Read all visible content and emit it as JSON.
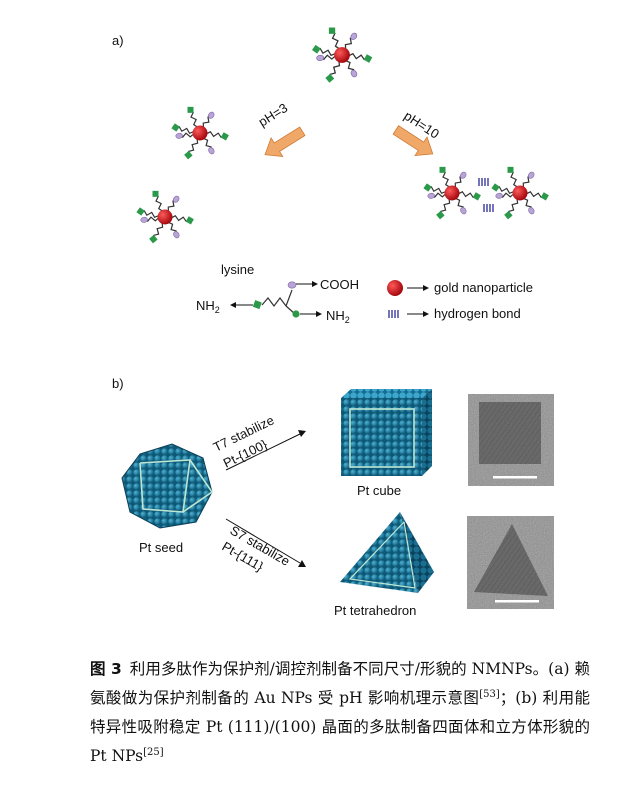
{
  "panel_a": {
    "label": "a)",
    "ph_left": "pH=3",
    "ph_right": "pH=10",
    "legend": {
      "lysine": "lysine",
      "cooh": "COOH",
      "nh2_left": "NH",
      "nh2_right": "NH",
      "sub2": "2",
      "gold": "gold nanoparticle",
      "hbond": "hydrogen bond"
    }
  },
  "panel_b": {
    "label": "b)",
    "seed": "Pt seed",
    "t7_line1": "T7 stabilize",
    "t7_line2": "Pt-{100}",
    "s7_line1": "S7 stabilize",
    "s7_line2": "Pt-{111}",
    "cube": "Pt cube",
    "tetra": "Pt tetrahedron"
  },
  "caption": {
    "fig_num": "图 3",
    "text_1": "利用多肽作为保护剂/调控剂制备不同尺寸/形貌的 NMNPs。(a) 赖氨酸做为保护剂制备的 Au NPs 受 pH 影响机理示意图",
    "ref_1": "[53]",
    "text_2": "；(b) 利用能特异性吸附稳定 Pt (111)/(100) 晶面的多肽制备四面体和立方体形貌的 Pt NPs",
    "ref_2": "[25]"
  },
  "colors": {
    "gold_np": "#c4161c",
    "green_end": "#2a9a4a",
    "purple_end": "#b9a4d6",
    "hbond": "#3a3aa0",
    "arrow_orange": "#f0a868",
    "pt_blue": "#1f7fa6",
    "facet_line": "#bde7d4"
  }
}
